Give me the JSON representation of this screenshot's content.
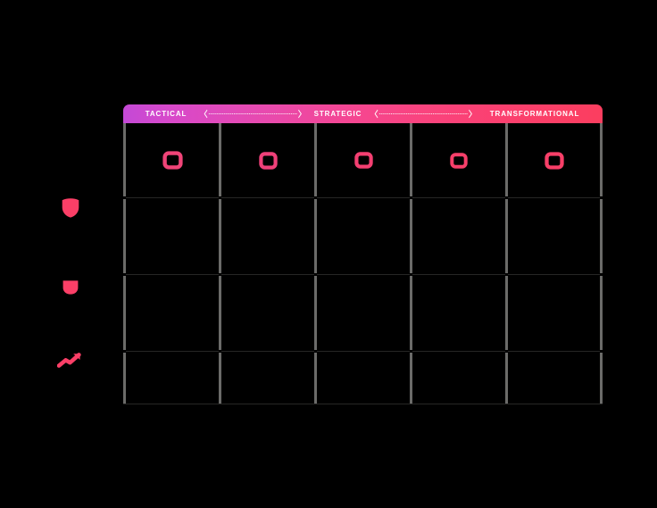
{
  "canvas": {
    "background": "#000000"
  },
  "palette": {
    "gradient_start": "#c449d6",
    "gradient_mid": "#f54691",
    "gradient_end": "#fb3e5f",
    "grid_line": "#6b6b69",
    "row_separator": "#262625",
    "icon_pink": "#fb3f67",
    "column_icon_stroke": "#f04478",
    "label_text": "#ffffff"
  },
  "spectrum_header": {
    "labels": [
      {
        "id": "tactical",
        "text": "TACTICAL"
      },
      {
        "id": "strategic",
        "text": "STRATEGIC"
      },
      {
        "id": "transformational",
        "text": "TRANSFORMATIONAL"
      }
    ],
    "connectors": [
      {
        "id": "connector-1",
        "icon": "double-arrow-dotted-icon"
      },
      {
        "id": "connector-2",
        "icon": "double-arrow-dotted-icon"
      }
    ]
  },
  "columns": [
    {
      "id": "column-1",
      "icon": "rounded-square-outline-icon",
      "label": ""
    },
    {
      "id": "column-2",
      "icon": "rounded-square-outline-icon",
      "label": ""
    },
    {
      "id": "column-3",
      "icon": "rounded-square-outline-icon",
      "label": ""
    },
    {
      "id": "column-4",
      "icon": "rounded-square-outline-icon",
      "label": ""
    },
    {
      "id": "column-5",
      "icon": "rounded-square-outline-icon",
      "label": ""
    }
  ],
  "rows": [
    {
      "id": "row-1",
      "icon": "shield-filled-icon",
      "label": ""
    },
    {
      "id": "row-2",
      "icon": "bucket-filled-icon",
      "label": ""
    },
    {
      "id": "row-3",
      "icon": "trend-arrow-up-icon",
      "label": ""
    }
  ],
  "cells": [
    {
      "row": "row-1",
      "column": "column-1",
      "text": ""
    },
    {
      "row": "row-1",
      "column": "column-2",
      "text": ""
    },
    {
      "row": "row-1",
      "column": "column-3",
      "text": ""
    },
    {
      "row": "row-1",
      "column": "column-4",
      "text": ""
    },
    {
      "row": "row-1",
      "column": "column-5",
      "text": ""
    },
    {
      "row": "row-2",
      "column": "column-1",
      "text": ""
    },
    {
      "row": "row-2",
      "column": "column-2",
      "text": ""
    },
    {
      "row": "row-2",
      "column": "column-3",
      "text": ""
    },
    {
      "row": "row-2",
      "column": "column-4",
      "text": ""
    },
    {
      "row": "row-2",
      "column": "column-5",
      "text": ""
    },
    {
      "row": "row-3",
      "column": "column-1",
      "text": ""
    },
    {
      "row": "row-3",
      "column": "column-2",
      "text": ""
    },
    {
      "row": "row-3",
      "column": "column-3",
      "text": ""
    },
    {
      "row": "row-3",
      "column": "column-4",
      "text": ""
    },
    {
      "row": "row-3",
      "column": "column-5",
      "text": ""
    }
  ]
}
